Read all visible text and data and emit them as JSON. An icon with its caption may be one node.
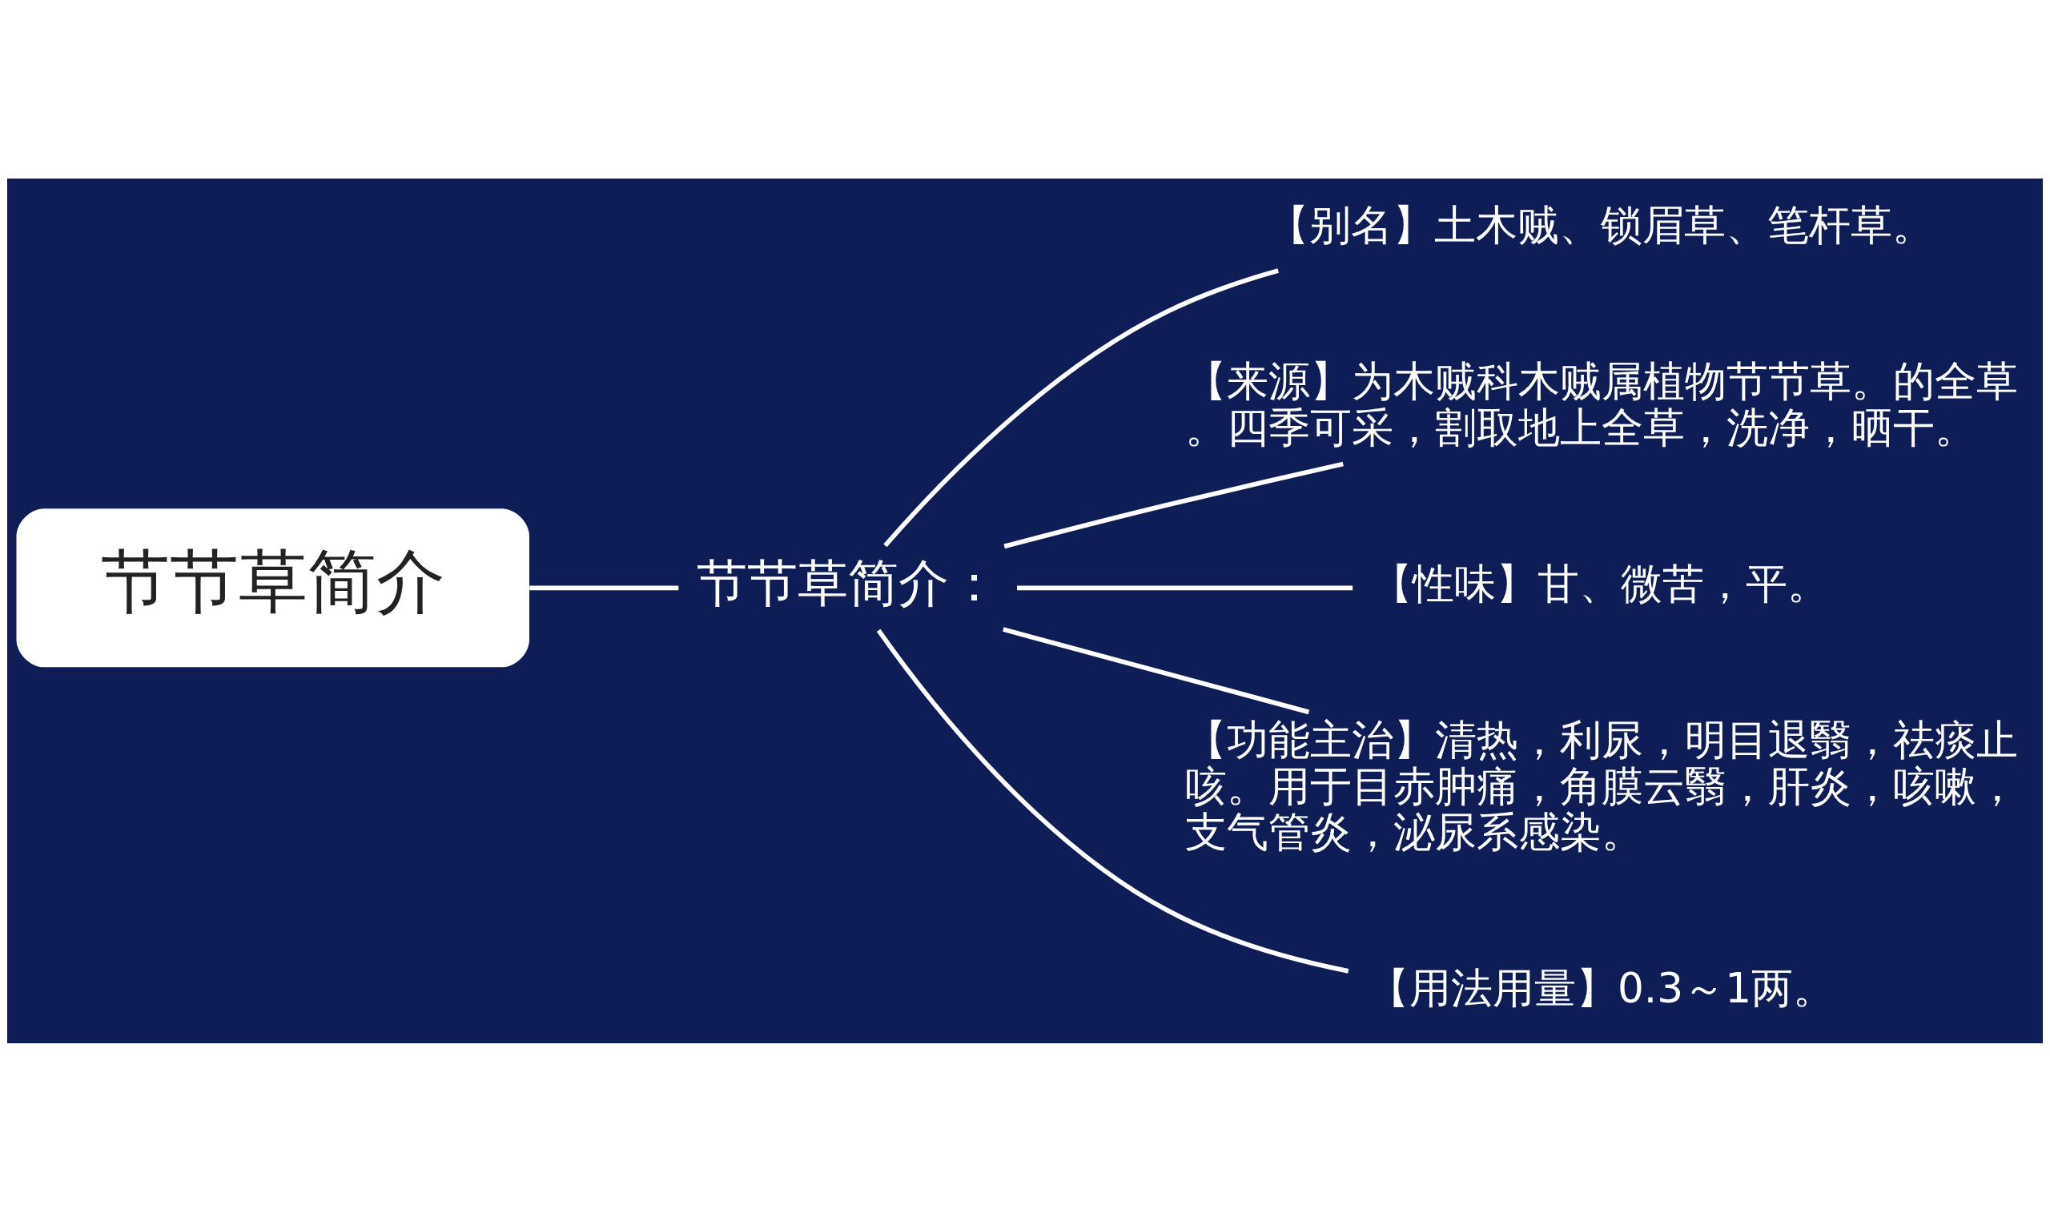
{
  "diagram": {
    "nodes": [
      {
        "text": [
          "节节草简介"
        ]
      },
      {
        "text": [
          "节节草简介："
        ]
      },
      {
        "text": [
          "【别名】土木贼、锁眉草、笔杆草。"
        ]
      },
      {
        "text": [
          "【来源】为木贼科木贼属植物节节草。的全草。四季可采，割取地上全草，洗净，晒干。"
        ]
      },
      {
        "text": [
          "【性味】甘、微苦，平。"
        ]
      },
      {
        "text": [
          "【功能主治】清热，利尿，明目退翳，祛痰止咳。用于目赤肿痛，角膜云翳，肝炎，咳嗽，支气管炎，泌尿系感染。"
        ]
      },
      {
        "text": [
          "【用法用量】0.3～1两。"
        ]
      }
    ],
    "edges": [
      {
        "from": 0,
        "to": 1,
        "arrow": "none"
      },
      {
        "from": 1,
        "to": 2,
        "arrow": "none"
      },
      {
        "from": 1,
        "to": 3,
        "arrow": "none"
      },
      {
        "from": 1,
        "to": 4,
        "arrow": "none"
      },
      {
        "from": 1,
        "to": 5,
        "arrow": "none"
      },
      {
        "from": 1,
        "to": 6,
        "arrow": "none"
      }
    ]
  }
}
